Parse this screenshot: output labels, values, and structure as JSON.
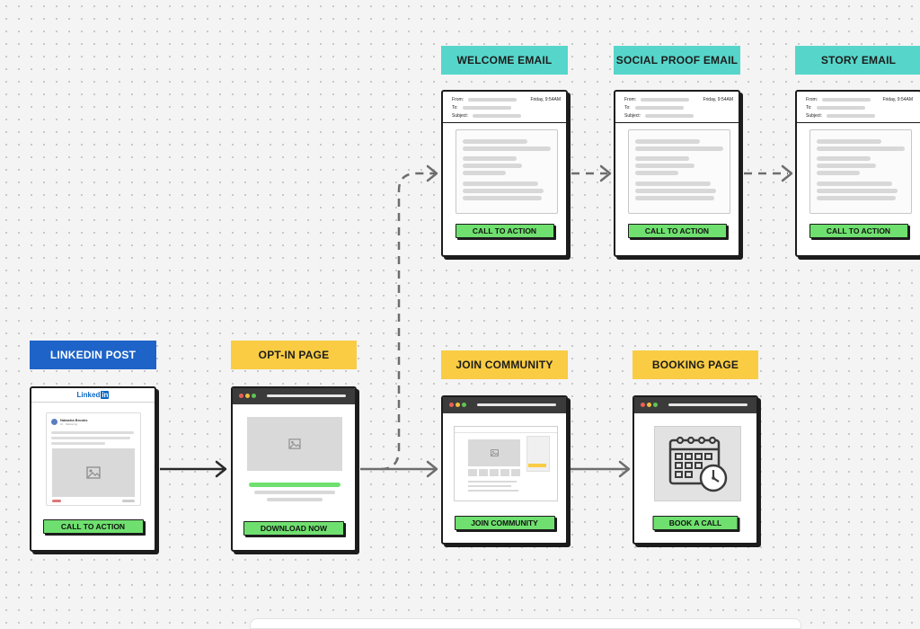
{
  "nodes": {
    "linkedin_post": {
      "title": "LINKEDIN POST",
      "brand": "Linked",
      "brand_suffix": "in",
      "author": "Natasha Brooks",
      "author_sub": "1h · Marketing",
      "cta": "CALL TO ACTION"
    },
    "opt_in_page": {
      "title": "OPT-IN PAGE",
      "cta": "DOWNLOAD NOW"
    },
    "join_community": {
      "title": "JOIN COMMUNITY",
      "cta": "JOIN COMMUNITY"
    },
    "booking_page": {
      "title": "BOOKING PAGE",
      "cta": "BOOK A CALL"
    },
    "welcome_email": {
      "title": "WELCOME EMAIL",
      "from": "From:",
      "to": "To:",
      "subject": "Subject:",
      "date": "Friday, 9:54AM",
      "cta": "CALL TO ACTION"
    },
    "social_proof_email": {
      "title": "SOCIAL PROOF EMAIL",
      "from": "From:",
      "to": "To:",
      "subject": "Subject:",
      "date": "Friday, 9:54AM",
      "cta": "CALL TO ACTION"
    },
    "story_email": {
      "title": "STORY EMAIL",
      "from": "From:",
      "to": "To:",
      "subject": "Subject:",
      "date": "Friday, 9:54AM",
      "cta": "CALL TO ACTION"
    }
  },
  "edges": [
    {
      "from": "linkedin_post",
      "to": "opt_in_page",
      "style": "solid"
    },
    {
      "from": "opt_in_page",
      "to": "join_community",
      "style": "solid"
    },
    {
      "from": "opt_in_page",
      "to": "welcome_email",
      "style": "dashed"
    },
    {
      "from": "join_community",
      "to": "booking_page",
      "style": "solid"
    },
    {
      "from": "welcome_email",
      "to": "social_proof_email",
      "style": "dashed"
    },
    {
      "from": "social_proof_email",
      "to": "story_email",
      "style": "dashed"
    }
  ],
  "colors": {
    "teal_label": "#56d6cb",
    "yellow_label": "#f9cc44",
    "blue_label": "#1d63c8",
    "cta_green": "#6fe06f",
    "connector": "#6e6e6e",
    "linkedin_blue": "#0a66c2"
  },
  "icons": [
    "image-placeholder-icon",
    "calendar-clock-icon",
    "arrow-right-icon"
  ]
}
